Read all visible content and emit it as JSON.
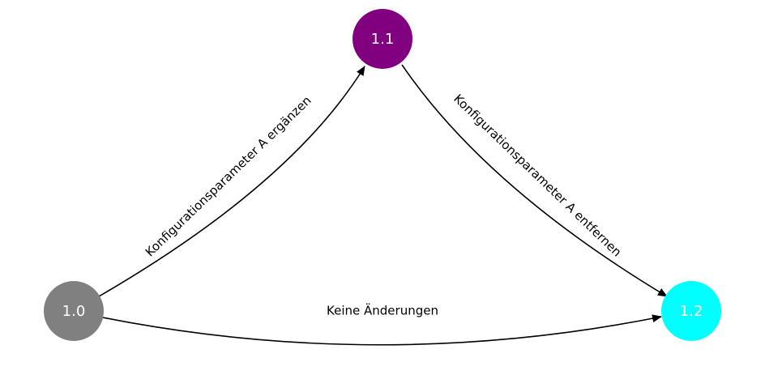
{
  "nodes": {
    "v10": {
      "label": "1.0",
      "color": "#808080"
    },
    "v11": {
      "label": "1.1",
      "color": "#800080"
    },
    "v12": {
      "label": "1.2",
      "color": "#00ffff"
    }
  },
  "edges": {
    "add_param": {
      "from": "1.0",
      "to": "1.1",
      "label": "Konfigurationsparameter A ergänzen"
    },
    "remove_param": {
      "from": "1.1",
      "to": "1.2",
      "label": "Konfigurationsparameter A entfernen"
    },
    "no_change": {
      "from": "1.0",
      "to": "1.2",
      "label": "Keine Änderungen"
    }
  },
  "colors": {
    "edge": "#000000",
    "label_text": "#ffffff"
  }
}
